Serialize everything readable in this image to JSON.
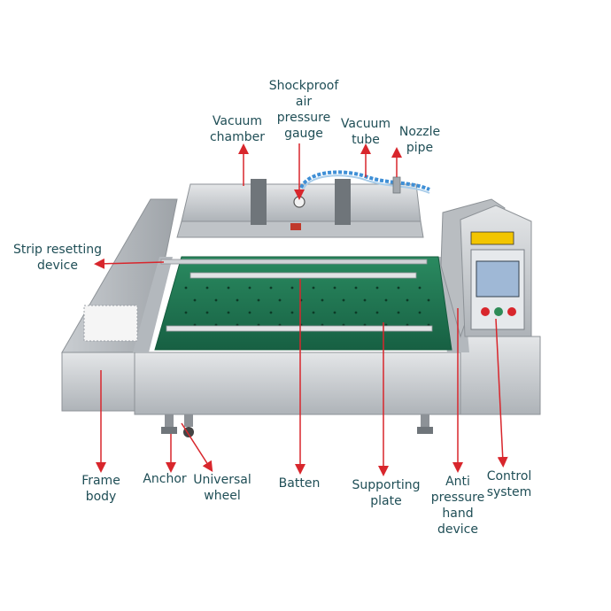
{
  "colors": {
    "label_text": "#1f4e56",
    "arrow": "#d8262c",
    "steel_light": "#d9dbdd",
    "steel_mid": "#b8bcc0",
    "steel_dark": "#8d9297",
    "conveyor_green": "#1f7a53",
    "conveyor_green_dark": "#155c3e",
    "screen_blue": "#9fb8d6",
    "warning_yellow": "#f2c500",
    "tube_blue": "#3f8fd6"
  },
  "labels": {
    "shockproof_gauge": "Shockproof\nair\npressure\ngauge",
    "vacuum_chamber": "Vacuum\nchamber",
    "vacuum_tube": "Vacuum\ntube",
    "nozzle_pipe": "Nozzle\npipe",
    "strip_resetting": "Strip resetting\ndevice",
    "frame_body": "Frame\nbody",
    "anchor": "Anchor",
    "universal_wheel": "Universal\nwheel",
    "batten": "Batten",
    "supporting_plate": "Supporting\nplate",
    "anti_pressure": "Anti\npressure\nhand\ndevice",
    "control_system": "Control\nsystem"
  },
  "icons": {
    "machine": "vacuum-packaging-machine-icon"
  }
}
